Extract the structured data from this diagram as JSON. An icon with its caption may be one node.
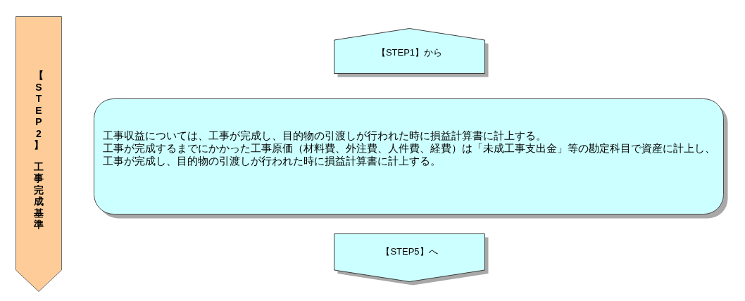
{
  "diagram": {
    "nodes": [
      {
        "text": [
          "【STEP2】",
          "工事完成基準"
        ]
      },
      {
        "text": [
          "【STEP1】から"
        ]
      },
      {
        "text": [
          "工事収益については、工事が完成し、目的物の引渡しが行われた時に損益計算書に計上する。",
          "工事が完成するまでにかかった工事原価（材料費、外注費、人件費、経費）は「未成工事支出金」等の勘定科目で資産に計上し、工事が完成し、目的物の引渡しが行われた時に損益計算書に計上する。"
        ]
      },
      {
        "text": [
          "【STEP5】へ"
        ]
      }
    ]
  }
}
